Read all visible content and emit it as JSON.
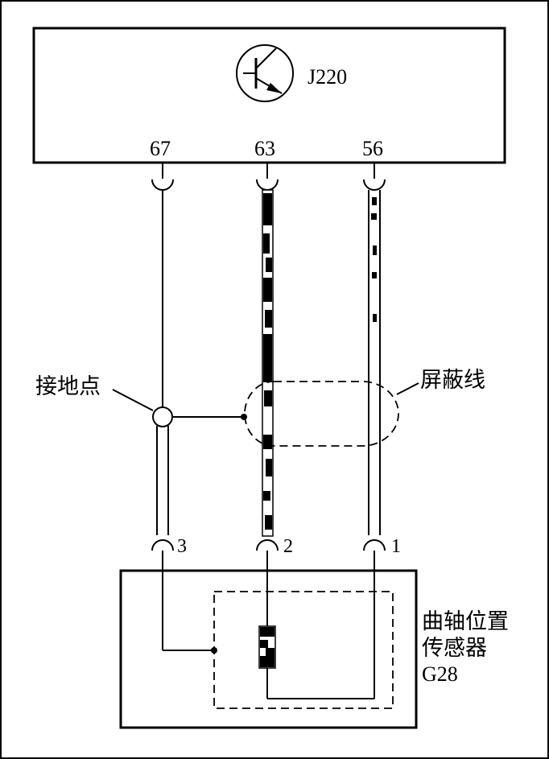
{
  "ecu": {
    "label": "J220"
  },
  "ecu_pins": [
    "67",
    "63",
    "56"
  ],
  "sensor_pins": [
    "3",
    "2",
    "1"
  ],
  "labels": {
    "ground_point": "接地点",
    "shield_wire": "屏蔽线",
    "sensor_line1": "曲轴位置",
    "sensor_line2": "传感器",
    "sensor_code": "G28"
  }
}
